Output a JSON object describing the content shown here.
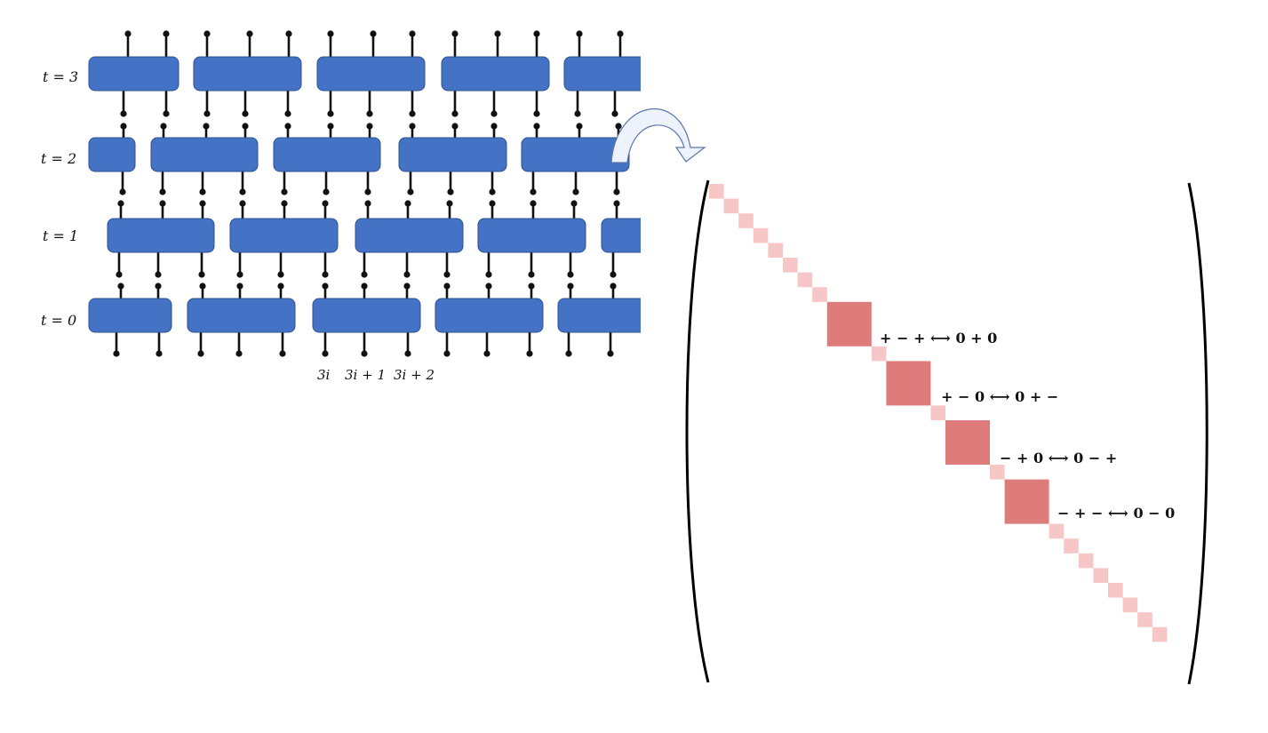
{
  "time_labels": [
    "t = 3",
    "t = 2",
    "t = 1",
    "t = 0"
  ],
  "site_labels": [
    "3i",
    "3i + 1",
    "3i + 2"
  ],
  "block_labels": [
    "+ − + ⟷ 0 + 0",
    "+ − 0 ⟷ 0 + −",
    "− + 0 ⟷ 0 − +",
    "− + − ⟷ 0 − 0"
  ],
  "colors": {
    "gate_fill": "#4472c4",
    "gate_stroke": "#2f528f",
    "leg": "#111111",
    "diag_light": "#f7c6c6",
    "diag_block": "#de7b7b",
    "arrow_fill": "#eef2fb",
    "arrow_stroke": "#5b75ab"
  }
}
